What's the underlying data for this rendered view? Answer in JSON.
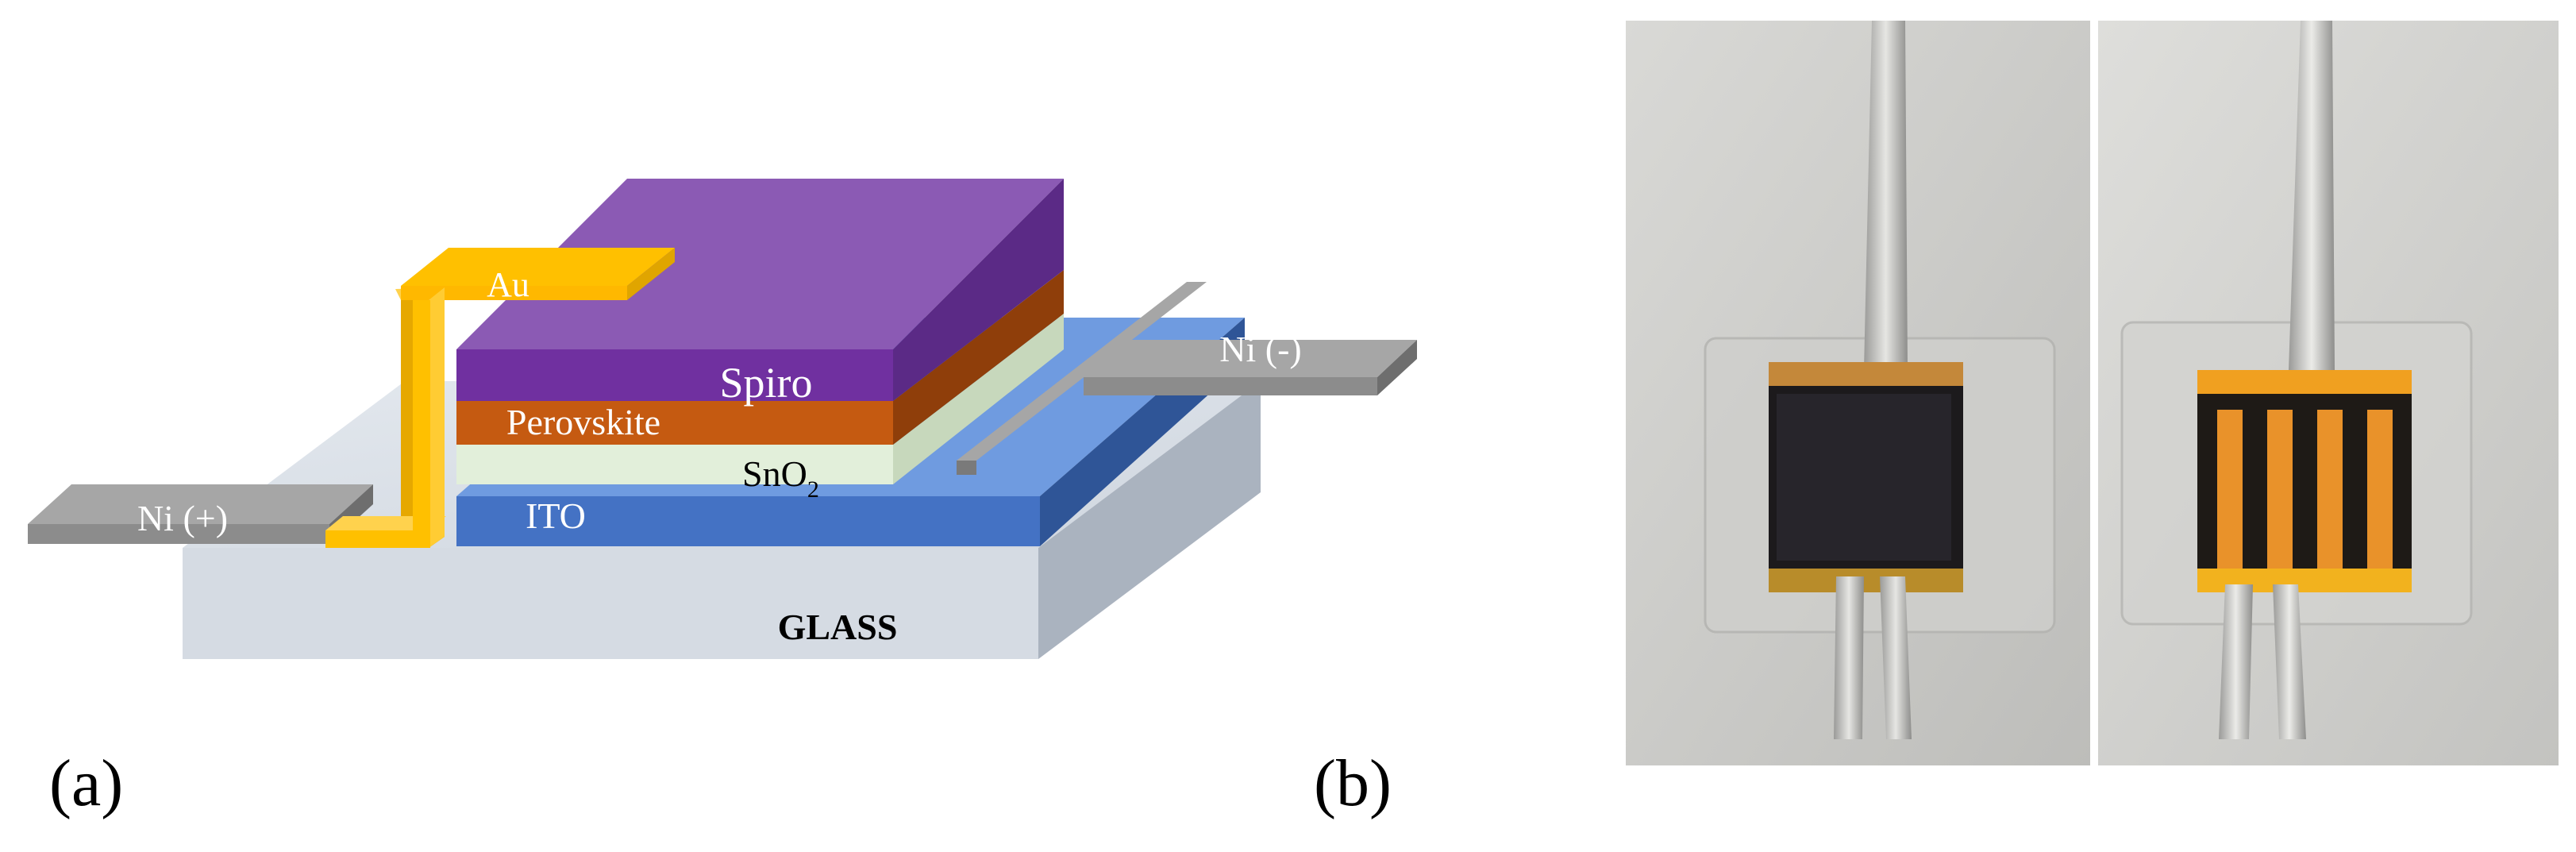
{
  "diagram": {
    "layers": {
      "glass": "GLASS",
      "ito": "ITO",
      "sno2_base": "SnO",
      "sno2_sub": "2",
      "perovskite": "Perovskite",
      "spiro": "Spiro",
      "au": "Au",
      "ni_plus": "Ni (+)",
      "ni_minus": "Ni (-)"
    },
    "colors": {
      "glass": "#d5dbe3",
      "ito": "#4472c4",
      "sno2": "#e2efda",
      "perovskite": "#c55a11",
      "spiro": "#8b5ab4",
      "au": "#ffc000",
      "nickel": "#8c8c8c"
    }
  },
  "labels": {
    "panel_a": "(a)",
    "panel_b": "(b)"
  }
}
